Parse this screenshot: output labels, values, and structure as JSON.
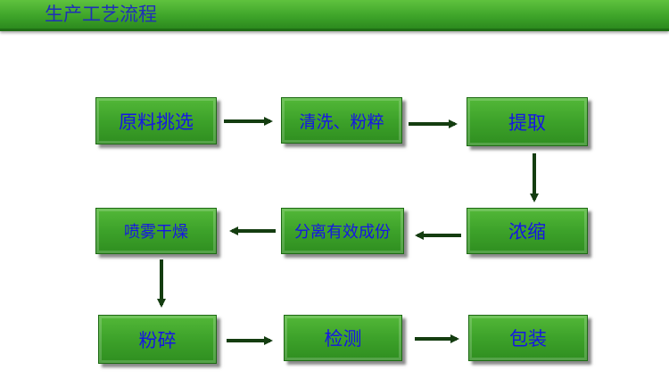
{
  "header": {
    "title": "生产工艺流程"
  },
  "flow": {
    "steps": [
      {
        "id": "s1",
        "label": "原料挑选"
      },
      {
        "id": "s2",
        "label": "清洗、粉粹"
      },
      {
        "id": "s3",
        "label": "提取"
      },
      {
        "id": "s4",
        "label": "浓缩"
      },
      {
        "id": "s5",
        "label": "分离有效成份"
      },
      {
        "id": "s6",
        "label": "喷雾干燥"
      },
      {
        "id": "s7",
        "label": "粉碎"
      },
      {
        "id": "s8",
        "label": "检测"
      },
      {
        "id": "s9",
        "label": "包装"
      }
    ],
    "connections": [
      {
        "from": "s1",
        "to": "s2"
      },
      {
        "from": "s2",
        "to": "s3"
      },
      {
        "from": "s3",
        "to": "s4"
      },
      {
        "from": "s4",
        "to": "s5"
      },
      {
        "from": "s5",
        "to": "s6"
      },
      {
        "from": "s6",
        "to": "s7"
      },
      {
        "from": "s7",
        "to": "s8"
      },
      {
        "from": "s8",
        "to": "s9"
      }
    ]
  },
  "colors": {
    "box_fill": "#3da22a",
    "label_text": "#1515e6",
    "arrow": "#143d10",
    "header_bar": "#3fa52a",
    "header_text": "#1f2fb8"
  }
}
